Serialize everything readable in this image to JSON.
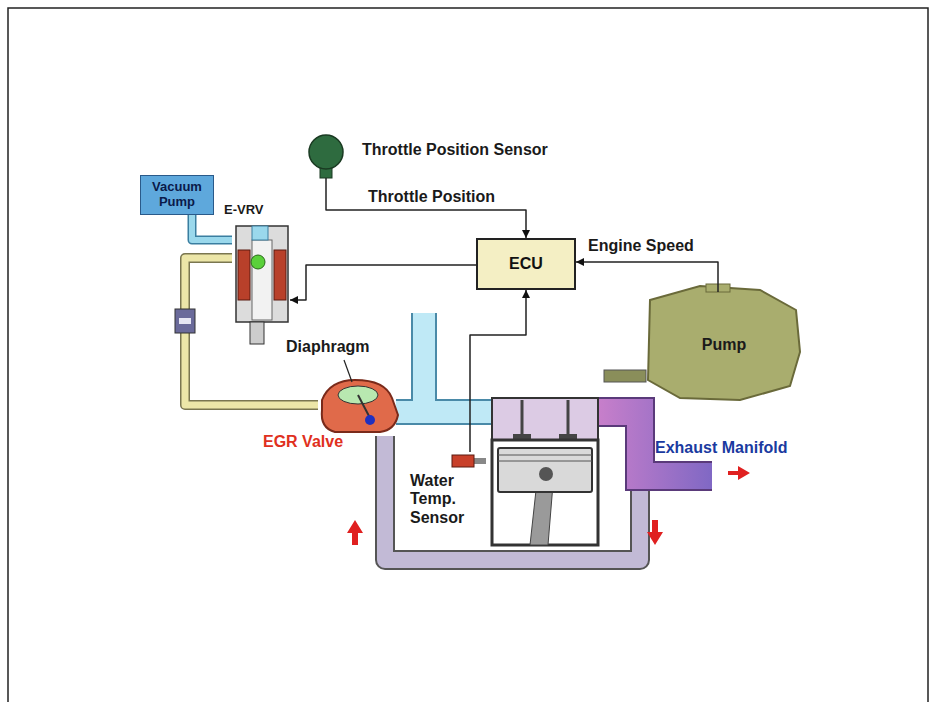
{
  "diagram": {
    "nodes": [
      {
        "text": [
          "Vacuum Pump"
        ]
      },
      {
        "text": [
          "E-VRV"
        ]
      },
      {
        "text": [
          "Throttle Position Sensor"
        ]
      },
      {
        "text": [
          "ECU"
        ]
      },
      {
        "text": [
          "Pump"
        ]
      },
      {
        "text": [
          "EGR Valve"
        ]
      },
      {
        "text": [
          "Water Temp. Sensor"
        ]
      }
    ],
    "edges": [
      {
        "from": 0,
        "to": 1,
        "arrow": "none"
      },
      {
        "from": 1,
        "to": 5,
        "arrow": "none"
      },
      {
        "from": 2,
        "to": 3,
        "label": "Throttle Position",
        "arrow": "to"
      },
      {
        "from": 4,
        "to": 3,
        "label": "Engine Speed",
        "arrow": "to"
      },
      {
        "from": 3,
        "to": 1,
        "arrow": "to"
      },
      {
        "from": 6,
        "to": 3,
        "arrow": "to"
      }
    ],
    "labels": [
      "Diaphragm",
      "Exhaust Manifold"
    ]
  }
}
